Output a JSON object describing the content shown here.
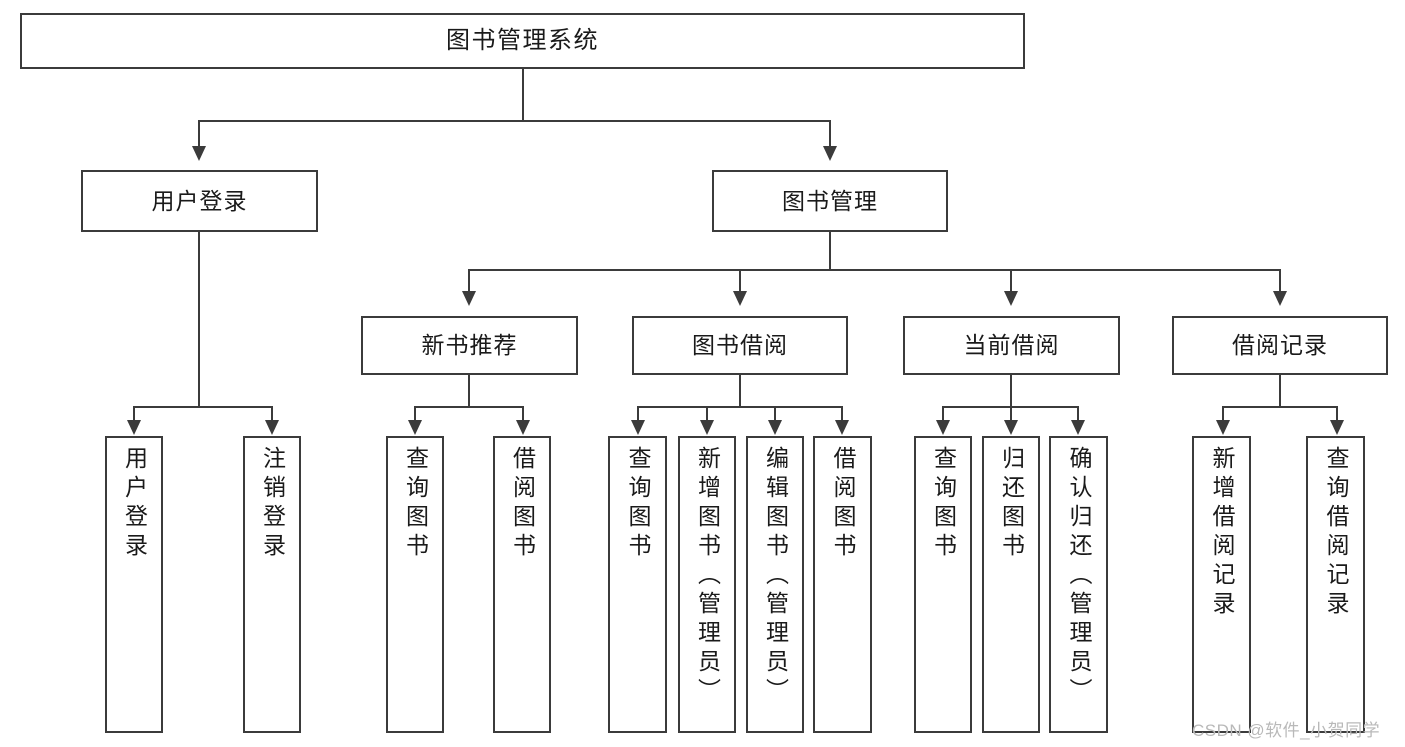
{
  "diagram": {
    "title": "图书管理系统",
    "type": "hierarchy-tree",
    "orientation": "top-down",
    "root": {
      "label": "图书管理系统"
    },
    "level2": [
      {
        "label": "用户登录"
      },
      {
        "label": "图书管理"
      }
    ],
    "level3": [
      {
        "label": "新书推荐"
      },
      {
        "label": "图书借阅"
      },
      {
        "label": "当前借阅"
      },
      {
        "label": "借阅记录"
      }
    ],
    "leaves": {
      "user_login": [
        {
          "label": "用户登录"
        },
        {
          "label": "注销登录"
        }
      ],
      "new_book_recommend": [
        {
          "label": "查询图书"
        },
        {
          "label": "借阅图书"
        }
      ],
      "book_borrow": [
        {
          "label": "查询图书"
        },
        {
          "label": "新增图书（管理员）"
        },
        {
          "label": "编辑图书（管理员）"
        },
        {
          "label": "借阅图书"
        }
      ],
      "current_borrow": [
        {
          "label": "查询图书"
        },
        {
          "label": "归还图书"
        },
        {
          "label": "确认归还（管理员）"
        }
      ],
      "borrow_record": [
        {
          "label": "新增借阅记录"
        },
        {
          "label": "查询借阅记录"
        }
      ]
    }
  },
  "watermark": {
    "text": "CSDN @软件_小贺同学"
  },
  "colors": {
    "stroke": "#3b3b3b",
    "text": "#1a1a1a",
    "background": "#ffffff",
    "watermark": "#b9b9b9"
  }
}
